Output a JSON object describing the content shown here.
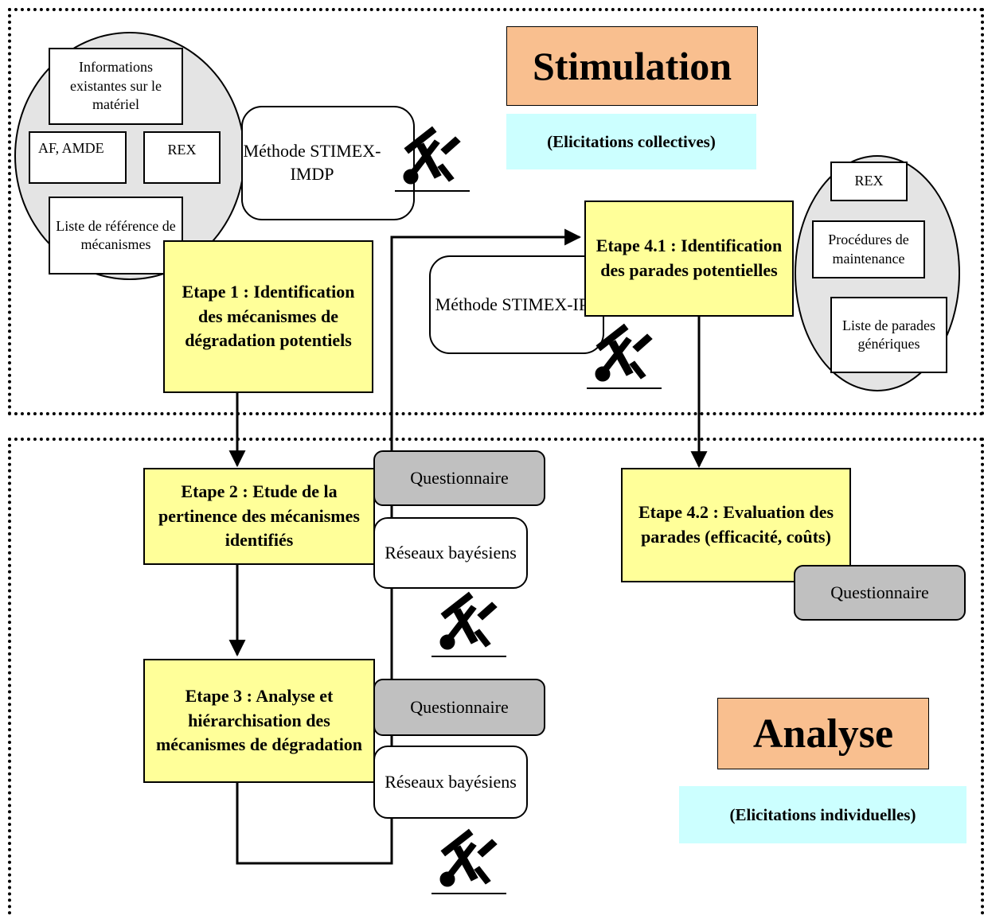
{
  "stimulation": {
    "title": "Stimulation",
    "subtitle": "(Elicitations collectives)"
  },
  "analyse": {
    "title": "Analyse",
    "subtitle": "(Elicitations individuelles)"
  },
  "inputs_left": {
    "info": "Informations existantes sur le matériel",
    "af_amde": "AF, AMDE",
    "rex": "REX",
    "liste": "Liste de référence de mécanismes"
  },
  "inputs_right": {
    "rex": "REX",
    "procedures": "Procédures de maintenance",
    "liste": "Liste de parades génériques"
  },
  "methods": {
    "imdp": "Méthode STIMEX-IMDP",
    "ipp": "Méthode STIMEX-IPP"
  },
  "steps": {
    "e1": "Etape 1 : Identification des mécanismes de dégradation potentiels",
    "e2": "Etape 2 : Etude de la pertinence des mécanismes identifiés",
    "e3": "Etape 3 : Analyse et hiérarchisation des mécanismes de dégradation",
    "e41": "Etape 4.1 : Identification des parades potentielles",
    "e42": "Etape 4.2 : Evaluation des parades (efficacité, coûts)"
  },
  "tools": {
    "questionnaire": "Questionnaire",
    "reseaux": "Réseaux bayésiens"
  },
  "icons": {
    "tool": "hammer-screwdriver-wrench-icon"
  },
  "colors": {
    "title_bg": "#f9bf8f",
    "subtitle_bg": "#ccffff",
    "step_bg": "#ffff99",
    "tool_bg": "#c0c0c0",
    "ellipse_bg": "#e4e4e4"
  }
}
